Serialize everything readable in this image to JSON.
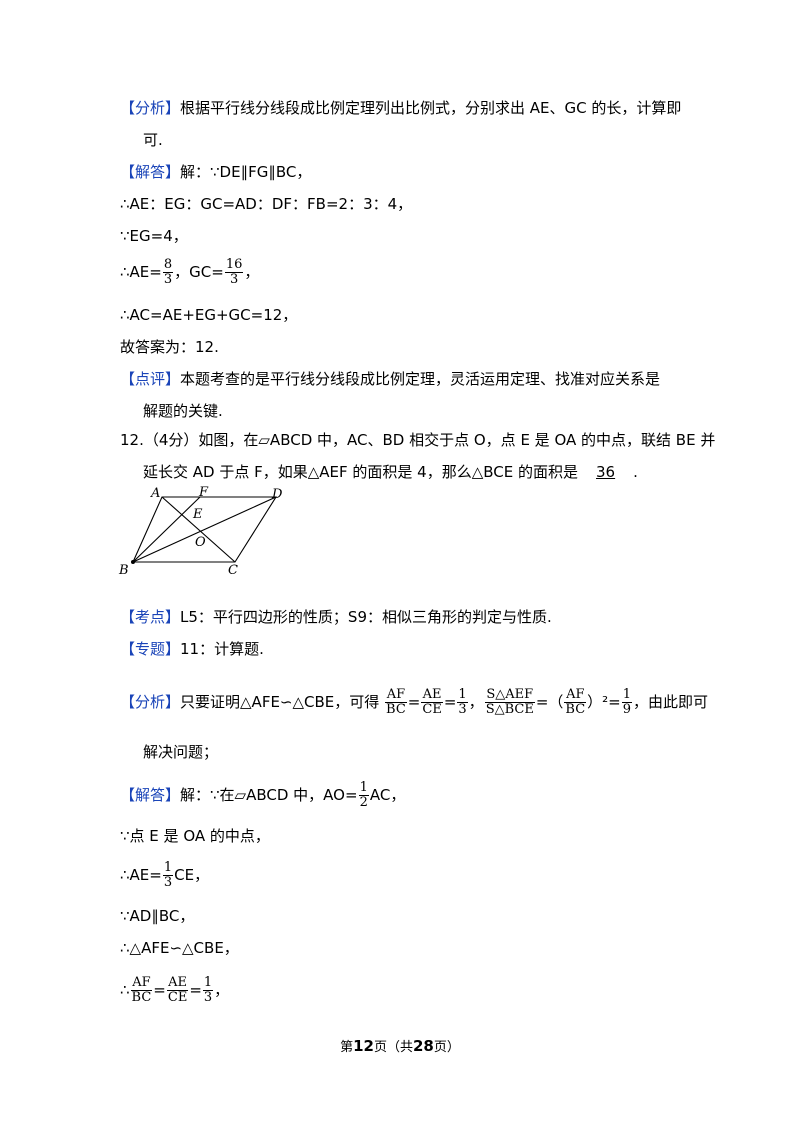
{
  "analysis1": {
    "tag": "【分析】",
    "text": "根据平行线分线段成比例定理列出比例式，分别求出 AE、GC 的长，计算即",
    "cont": "可."
  },
  "solution1": {
    "tag": "【解答】",
    "l1": "解：∵DE∥FG∥BC，",
    "l2": "∴AE：EG：GC=AD：DF：FB=2：3：4，",
    "l3": "∵EG=4，",
    "l4a": "∴AE=",
    "f1": {
      "num": "8",
      "den": "3"
    },
    "l4b": "，GC=",
    "f2": {
      "num": "16",
      "den": "3"
    },
    "l4c": "，",
    "l5": "∴AC=AE+EG+GC=12，",
    "l6": "故答案为：12."
  },
  "comment1": {
    "tag": "【点评】",
    "text": "本题考查的是平行线分线段成比例定理，灵活运用定理、找准对应关系是",
    "cont": "解题的关键."
  },
  "q12": {
    "l1": "12.（4分）如图，在▱ABCD 中，AC、BD 相交于点 O，点 E 是 OA 的中点，联结 BE 并",
    "l2": "延长交 AD 于点 F，如果△AEF 的面积是 4，那么△BCE 的面积是",
    "answer": "36",
    "l2end": "."
  },
  "figure": {
    "labels": {
      "A": "A",
      "F": "F",
      "D": "D",
      "E": "E",
      "O": "O",
      "B": "B",
      "C": "C"
    }
  },
  "kaodian": {
    "tag": "【考点】",
    "text": "L5：平行四边形的性质；S9：相似三角形的判定与性质."
  },
  "zhuanti": {
    "tag": "【专题】",
    "text": "11：计算题."
  },
  "analysis2": {
    "tag": "【分析】",
    "a": "只要证明△AFE∽△CBE，可得",
    "f1": {
      "num": "AF",
      "den": "BC"
    },
    "eq1": "=",
    "f2": {
      "num": "AE",
      "den": "CE"
    },
    "eq2": "=",
    "f3": {
      "num": "1",
      "den": "3"
    },
    "comma": "，",
    "f4": {
      "num": "S△AEF",
      "den": "S△BCE"
    },
    "eq3": "=（",
    "f5": {
      "num": "AF",
      "den": "BC"
    },
    "pow": "）²=",
    "f6": {
      "num": "1",
      "den": "9"
    },
    "b": "，由此即可",
    "cont": "解决问题；"
  },
  "solution2": {
    "tag": "【解答】",
    "l1a": "解：∵在▱ABCD 中，AO=",
    "f1": {
      "num": "1",
      "den": "2"
    },
    "l1b": "AC，",
    "l2": "∵点 E 是 OA 的中点，",
    "l3a": "∴AE=",
    "f2": {
      "num": "1",
      "den": "3"
    },
    "l3b": "CE，",
    "l4": "∵AD∥BC，",
    "l5": "∴△AFE∽△CBE，",
    "l6a": "∴",
    "f3": {
      "num": "AF",
      "den": "BC"
    },
    "eq1": "=",
    "f4": {
      "num": "AE",
      "den": "CE"
    },
    "eq2": "=",
    "f5": {
      "num": "1",
      "den": "3"
    },
    "l6b": "，"
  },
  "footer": {
    "a": "第",
    "page": "12",
    "b": "页（共",
    "total": "28",
    "c": "页）"
  }
}
